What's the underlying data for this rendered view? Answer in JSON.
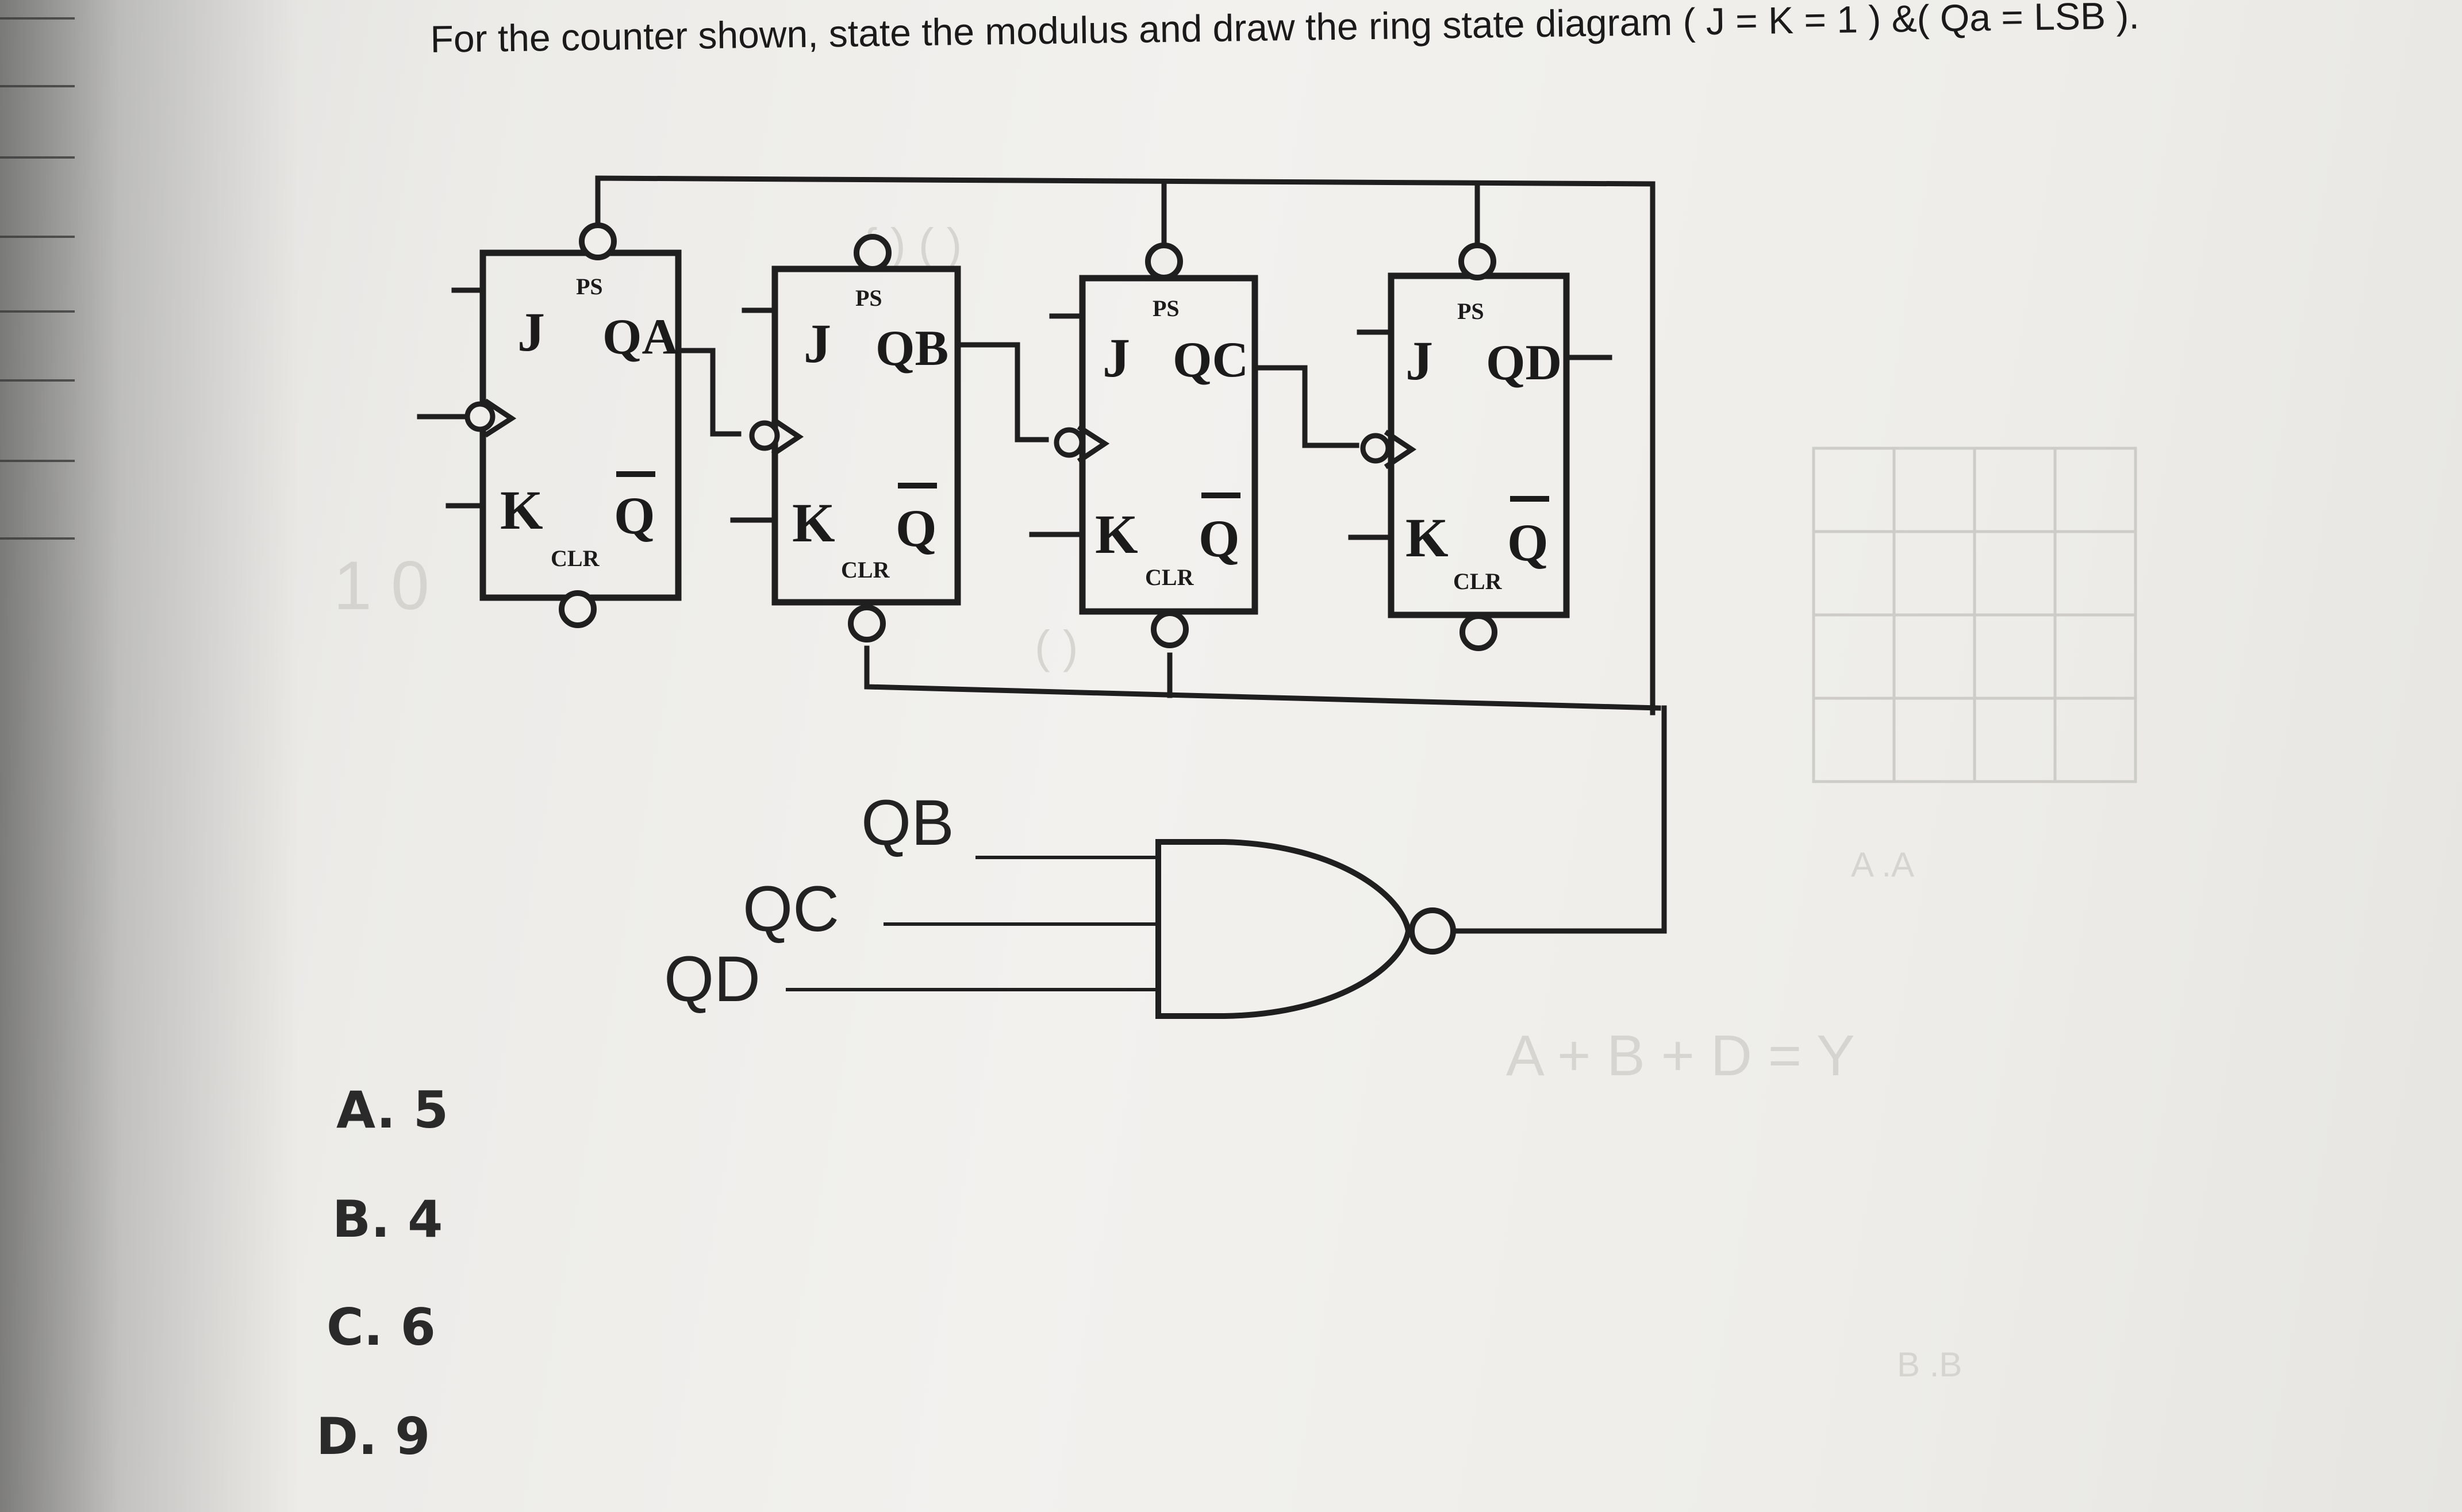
{
  "question": {
    "text": "For the counter shown, state the modulus and draw the ring state diagram ( J = K = 1 ) &( Qa = LSB )."
  },
  "circuit": {
    "flipflops": [
      {
        "q": "QA",
        "j": "J",
        "k": "K",
        "qbar": "Q",
        "ps": "PS",
        "clr": "CLR"
      },
      {
        "q": "QB",
        "j": "J",
        "k": "K",
        "qbar": "Q",
        "ps": "PS",
        "clr": "CLR"
      },
      {
        "q": "QC",
        "j": "J",
        "k": "K",
        "qbar": "Q",
        "ps": "PS",
        "clr": "CLR"
      },
      {
        "q": "QD",
        "j": "J",
        "k": "K",
        "qbar": "Q",
        "ps": "PS",
        "clr": "CLR"
      }
    ],
    "gate_inputs": [
      "QB",
      "QC",
      "QD"
    ]
  },
  "choices": [
    {
      "letter": "A.",
      "value": "5"
    },
    {
      "letter": "B.",
      "value": "4"
    },
    {
      "letter": "C.",
      "value": "6"
    },
    {
      "letter": "D.",
      "value": "9"
    }
  ],
  "colors": {
    "ink": "#1a1a1a",
    "paper": "#efeeea",
    "bleed": "#c9c8c3"
  }
}
